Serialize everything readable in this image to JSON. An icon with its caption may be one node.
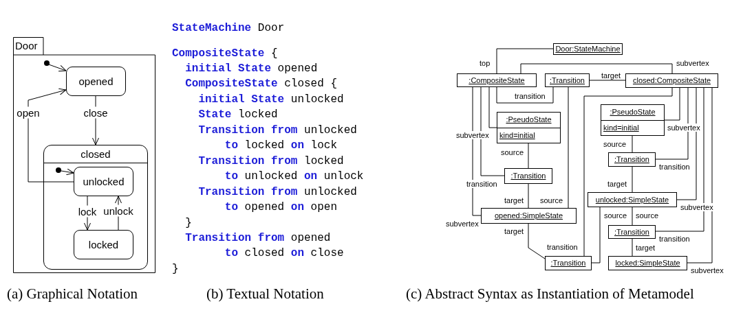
{
  "diagram": {
    "nodes": [
      {
        "text": [
          "Door"
        ]
      },
      {
        "text": [],
        "shape": "circle",
        "in": 0
      },
      {
        "text": [
          "opened"
        ],
        "in": 0
      },
      {
        "text": [
          "closed"
        ],
        "in": 0
      },
      {
        "text": [],
        "shape": "circle",
        "in": 3
      },
      {
        "text": [
          "unlocked"
        ],
        "in": 3
      },
      {
        "text": [
          "locked"
        ],
        "in": 3
      },
      {
        "text": [
          "Door:StateMachine"
        ]
      },
      {
        "text": [
          ":CompositeState"
        ]
      },
      {
        "text": [
          ":Transition"
        ]
      },
      {
        "text": [
          "closed:CompositeState"
        ]
      },
      {
        "text": [
          ":PseudoState",
          "kind=initial"
        ]
      },
      {
        "text": [
          ":PseudoState",
          "kind=initial"
        ]
      },
      {
        "text": [
          ":Transition"
        ]
      },
      {
        "text": [
          ":Transition"
        ]
      },
      {
        "text": [
          "unlocked:SimpleState"
        ]
      },
      {
        "text": [
          "opened:SimpleState"
        ]
      },
      {
        "text": [
          ":Transition"
        ]
      },
      {
        "text": [
          ":Transition"
        ]
      },
      {
        "text": [
          "locked:SimpleState"
        ]
      }
    ],
    "edges": [
      {
        "from": 1,
        "to": 2,
        "arrow": "to"
      },
      {
        "from": 2,
        "to": 3,
        "arrow": "to",
        "label": "close"
      },
      {
        "from": 5,
        "to": 2,
        "arrow": "to",
        "label": "open"
      },
      {
        "from": 4,
        "to": 5,
        "arrow": "to"
      },
      {
        "from": 5,
        "to": 6,
        "arrow": "to",
        "label": "lock"
      },
      {
        "from": 6,
        "to": 5,
        "arrow": "to",
        "label": "unlock"
      },
      {
        "from": 7,
        "to": 8,
        "arrow": "none",
        "label": "top"
      },
      {
        "from": 8,
        "to": 10,
        "arrow": "none",
        "label": "subvertex"
      },
      {
        "from": 8,
        "to": 9,
        "arrow": "none",
        "label": "transition"
      },
      {
        "from": 9,
        "to": 10,
        "arrow": "none",
        "label": "target"
      },
      {
        "from": 8,
        "to": 11,
        "arrow": "none",
        "label": "subvertex"
      },
      {
        "from": 8,
        "to": 14,
        "arrow": "none",
        "label": "transition"
      },
      {
        "from": 8,
        "to": 16,
        "arrow": "none",
        "label": "subvertex"
      },
      {
        "from": 11,
        "to": 14,
        "arrow": "none",
        "label": "source"
      },
      {
        "from": 14,
        "to": 16,
        "arrow": "none",
        "label": "target"
      },
      {
        "from": 9,
        "to": 16,
        "arrow": "none",
        "label": "source"
      },
      {
        "from": 16,
        "to": 18,
        "arrow": "none",
        "label": "target"
      },
      {
        "from": 10,
        "to": 18,
        "arrow": "none",
        "label": "transition"
      },
      {
        "from": 10,
        "to": 12,
        "arrow": "none",
        "label": "subvertex"
      },
      {
        "from": 12,
        "to": 13,
        "arrow": "none",
        "label": "source"
      },
      {
        "from": 10,
        "to": 13,
        "arrow": "none",
        "label": "transition"
      },
      {
        "from": 13,
        "to": 15,
        "arrow": "none",
        "label": "target"
      },
      {
        "from": 10,
        "to": 15,
        "arrow": "none",
        "label": "subvertex"
      },
      {
        "from": 15,
        "to": 18,
        "arrow": "none",
        "label": "source"
      },
      {
        "from": 15,
        "to": 17,
        "arrow": "none",
        "label": "source"
      },
      {
        "from": 10,
        "to": 17,
        "arrow": "none",
        "label": "transition"
      },
      {
        "from": 17,
        "to": 19,
        "arrow": "none",
        "label": "target"
      },
      {
        "from": 10,
        "to": 19,
        "arrow": "none",
        "label": "subvertex"
      }
    ],
    "labels": [
      "**StateMachine** Door",
      "**CompositeState** {",
      "**initial State** opened",
      "**CompositeState** closed {",
      "**initial State** unlocked",
      "**State** locked",
      "**Transition from** unlocked",
      "**to** locked **on** lock",
      "**Transition from** locked",
      "**to** unlocked **on** unlock",
      "**Transition from** unlocked",
      "**to** opened **on** open",
      "}",
      "**Transition from** opened",
      "**to** closed **on** close",
      "}",
      "(a) Graphical Notation",
      "(b) Textual Notation",
      "(c) Abstract Syntax as Instantiation of Metamodel"
    ]
  }
}
